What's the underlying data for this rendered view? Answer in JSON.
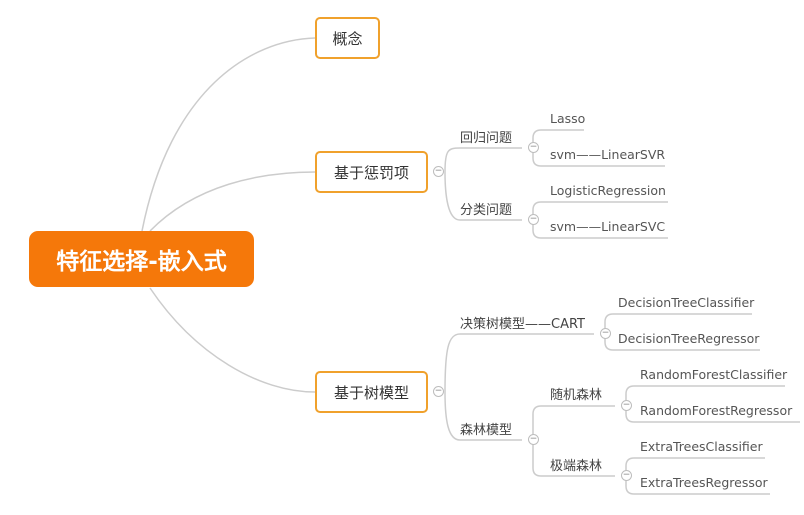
{
  "root": {
    "label": "特征选择-嵌入式"
  },
  "branches": {
    "concept": {
      "label": "概念"
    },
    "penalty": {
      "label": "基于惩罚项",
      "regression": {
        "label": "回归问题",
        "items": [
          "Lasso",
          "svm——LinearSVR"
        ]
      },
      "classification": {
        "label": "分类问题",
        "items": [
          "LogisticRegression",
          "svm——LinearSVC"
        ]
      }
    },
    "tree": {
      "label": "基于树模型",
      "cart": {
        "label": "决策树模型——CART",
        "items": [
          "DecisionTreeClassifier",
          "DecisionTreeRegressor"
        ]
      },
      "forest": {
        "label": "森林模型",
        "random": {
          "label": "随机森林",
          "items": [
            "RandomForestClassifier",
            "RandomForestRegressor"
          ]
        },
        "extra": {
          "label": "极端森林",
          "items": [
            "ExtraTreesClassifier",
            "ExtraTreesRegressor"
          ]
        }
      }
    }
  },
  "toggle_symbol": "−",
  "colors": {
    "root": "#f5780a",
    "branch_border": "#f0a12c",
    "line": "#cccccc"
  }
}
